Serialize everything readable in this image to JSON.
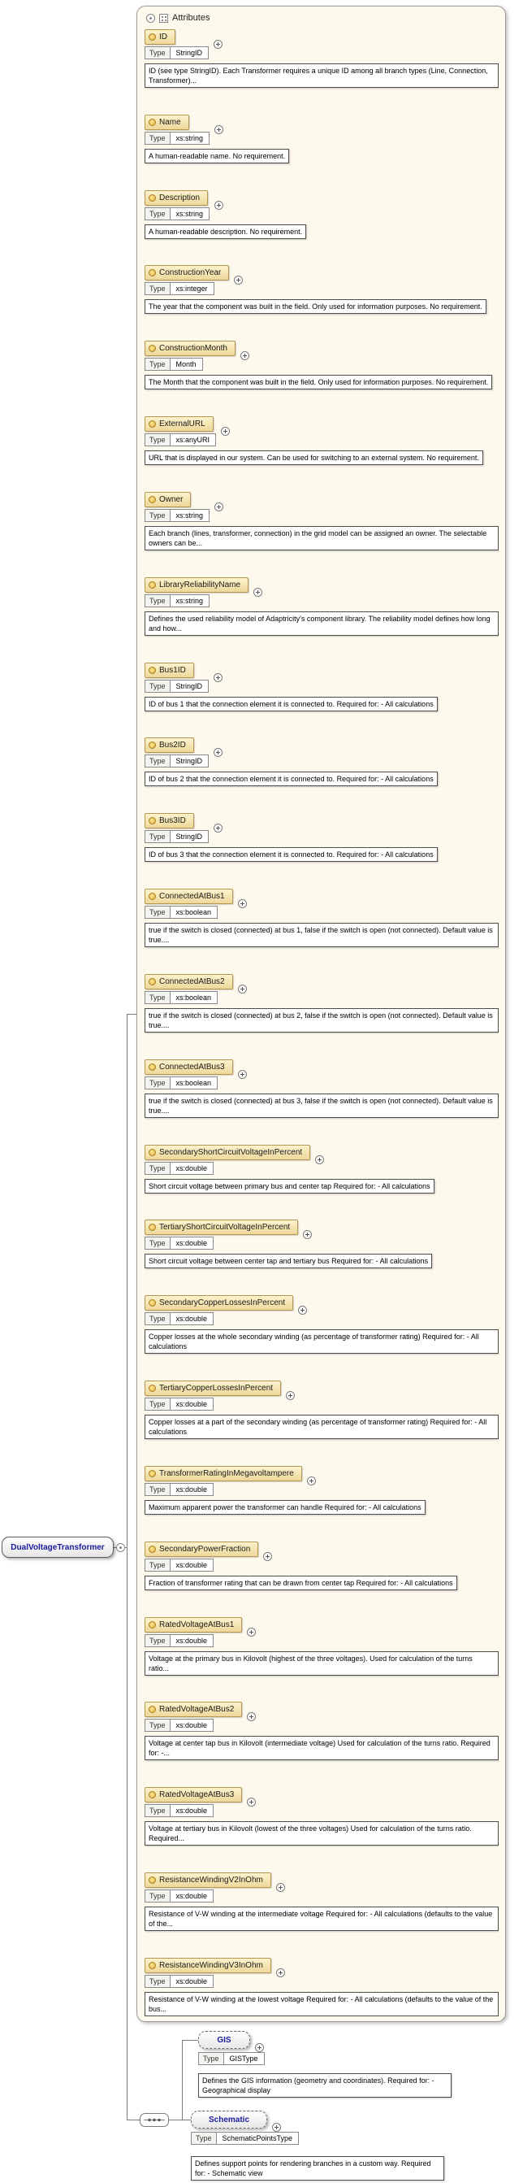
{
  "panel": {
    "title": "Attributes"
  },
  "root": {
    "label": "DualVoltageTransformer"
  },
  "attributes": [
    {
      "name": "ID",
      "type_label": "Type",
      "type": "StringID",
      "annotation": "ID (see type StringID). Each Transformer requires a unique ID among all branch types (Line, Connection, Transformer)..."
    },
    {
      "name": "Name",
      "type_label": "Type",
      "type": "xs:string",
      "annotation": "A human-readable name. No requirement."
    },
    {
      "name": "Description",
      "type_label": "Type",
      "type": "xs:string",
      "annotation": "A human-readable description. No requirement."
    },
    {
      "name": "ConstructionYear",
      "type_label": "Type",
      "type": "xs:integer",
      "annotation": "The year that the component was built in the field. Only used for information purposes. No requirement."
    },
    {
      "name": "ConstructionMonth",
      "type_label": "Type",
      "type": "Month",
      "annotation": "The Month that the component was built in the field. Only used for information purposes. No requirement."
    },
    {
      "name": "ExternalURL",
      "type_label": "Type",
      "type": "xs:anyURI",
      "annotation": "URL that is displayed in our system. Can be used for switching to an external system. No requirement."
    },
    {
      "name": "Owner",
      "type_label": "Type",
      "type": "xs:string",
      "annotation": "Each branch (lines, transformer, connection) in the grid model can be assigned an owner. The selectable owners can be..."
    },
    {
      "name": "LibraryReliabilityName",
      "type_label": "Type",
      "type": "xs:string",
      "annotation": "Defines the used reliability model of Adaptricity's component library. The reliability model defines how long and how..."
    },
    {
      "name": "Bus1ID",
      "type_label": "Type",
      "type": "StringID",
      "annotation": "ID of bus 1 that the connection element it is connected to. Required for: - All calculations"
    },
    {
      "name": "Bus2ID",
      "type_label": "Type",
      "type": "StringID",
      "annotation": "ID of bus 2 that the connection element it is connected to. Required for: - All calculations"
    },
    {
      "name": "Bus3ID",
      "type_label": "Type",
      "type": "StringID",
      "annotation": "ID of bus 3 that the connection element it is connected to. Required for: - All calculations"
    },
    {
      "name": "ConnectedAtBus1",
      "type_label": "Type",
      "type": "xs:boolean",
      "annotation": "true if the switch is closed (connected) at bus 1, false if the switch is open (not connected). Default value is true...."
    },
    {
      "name": "ConnectedAtBus2",
      "type_label": "Type",
      "type": "xs:boolean",
      "annotation": "true if the switch is closed (connected) at bus 2, false if the switch is open (not connected). Default value is true...."
    },
    {
      "name": "ConnectedAtBus3",
      "type_label": "Type",
      "type": "xs:boolean",
      "annotation": "true if the switch is closed (connected) at bus 3, false if the switch is open (not connected). Default value is true...."
    },
    {
      "name": "SecondaryShortCircuitVoltageInPercent",
      "type_label": "Type",
      "type": "xs:double",
      "annotation": "Short circuit voltage between primary bus and center tap Required for: - All calculations"
    },
    {
      "name": "TertiaryShortCircuitVoltageInPercent",
      "type_label": "Type",
      "type": "xs:double",
      "annotation": "Short circuit voltage between center tap and tertiary bus Required for: - All calculations"
    },
    {
      "name": "SecondaryCopperLossesInPercent",
      "type_label": "Type",
      "type": "xs:double",
      "annotation": "Copper losses at the whole secondary winding (as percentage of transformer rating) Required for: - All calculations"
    },
    {
      "name": "TertiaryCopperLossesInPercent",
      "type_label": "Type",
      "type": "xs:double",
      "annotation": "Copper losses at a part of the secondary winding (as percentage of transformer rating) Required for: - All calculations"
    },
    {
      "name": "TransformerRatingInMegavoltampere",
      "type_label": "Type",
      "type": "xs:double",
      "annotation": "Maximum apparent power the transformer can handle Required for: - All calculations"
    },
    {
      "name": "SecondaryPowerFraction",
      "type_label": "Type",
      "type": "xs:double",
      "annotation": "Fraction of transformer rating that can be drawn from center tap Required for: - All calculations"
    },
    {
      "name": "RatedVoltageAtBus1",
      "type_label": "Type",
      "type": "xs:double",
      "annotation": "Voltage at the primary bus in Kilovolt (highest of the three voltages). Used for calculation of the turns ratio..."
    },
    {
      "name": "RatedVoltageAtBus2",
      "type_label": "Type",
      "type": "xs:double",
      "annotation": "Voltage at center tap bus in Kilovolt (intermediate voltage) Used for calculation of the turns ratio. Required for: -..."
    },
    {
      "name": "RatedVoltageAtBus3",
      "type_label": "Type",
      "type": "xs:double",
      "annotation": "Voltage at tertiary bus in Kilovolt (lowest of the three voltages) Used for calculation of the turns ratio. Required..."
    },
    {
      "name": "ResistanceWindingV2InOhm",
      "type_label": "Type",
      "type": "xs:double",
      "annotation": "Resistance of V-W winding at the intermediate voltage Required for: - All calculations (defaults to the value of the..."
    },
    {
      "name": "ResistanceWindingV3InOhm",
      "type_label": "Type",
      "type": "xs:double",
      "annotation": "Resistance of V-W winding at the lowest voltage Required for: - All calculations (defaults to the value of the bus..."
    }
  ],
  "children": [
    {
      "name": "GIS",
      "type_label": "Type",
      "type": "GISType",
      "annotation": "Defines the GIS information (geometry and coordinates). Required for: - Geographical display"
    },
    {
      "name": "Schematic",
      "type_label": "Type",
      "type": "SchematicPointsType",
      "annotation": "Defines support points for rendering branches in a custom way. Required for: - Schematic view"
    }
  ],
  "icons": {
    "attribute": "attribute-icon",
    "expand_plus": "plus-in-circle-icon",
    "collapse_circle": "circle-toggle-icon",
    "grid": "grid-toggle-icon",
    "sequence": "sequence-compositor-icon"
  },
  "colors": {
    "panel_fill": "#fdf9ec",
    "chip_fill": "#f6e3a1",
    "chip_border": "#b49551",
    "attribute_icon": "#dda42c",
    "element_text": "#1b1b9e",
    "connector": "#7a7a7a",
    "annotation_border": "#4d4d4d",
    "background": "#ffffff"
  }
}
